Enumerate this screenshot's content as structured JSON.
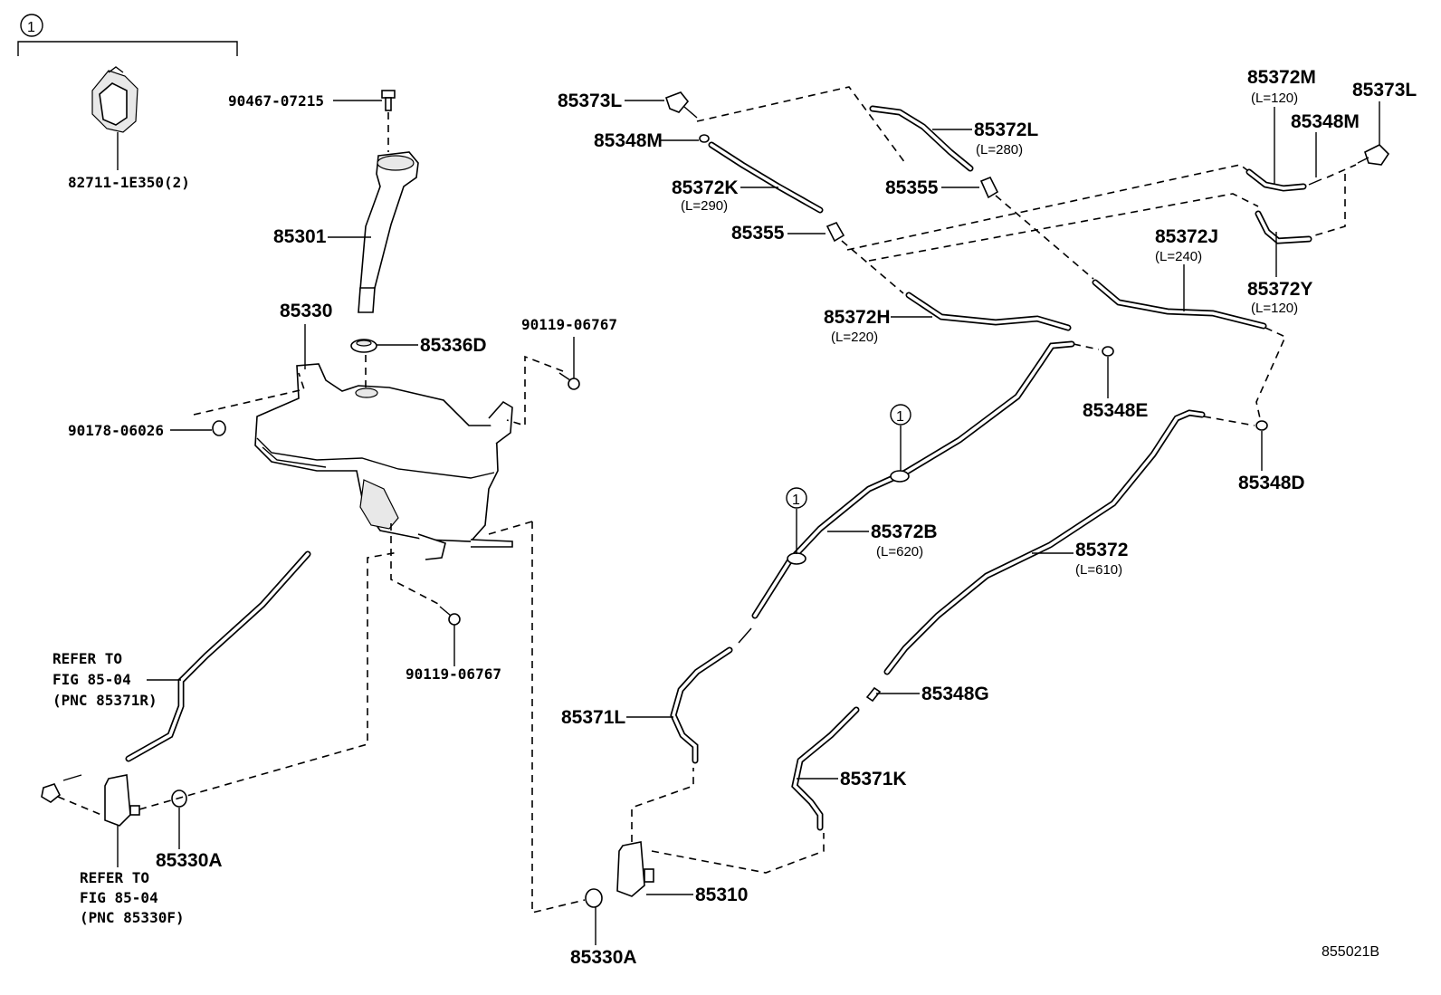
{
  "callout_symbol": "1",
  "drawing_id": "855021B",
  "parts": {
    "p82711": "82711-1E350(2)",
    "p90467": "90467-07215",
    "p85301": "85301",
    "p85330": "85330",
    "p85336D": "85336D",
    "p90119a": "90119-06767",
    "p90178": "90178-06026",
    "p90119b": "90119-06767",
    "p85330A_left": "85330A",
    "p85330A_bottom": "85330A",
    "p85310": "85310",
    "p85371L": "85371L",
    "p85371K": "85371K",
    "p85348G": "85348G",
    "p85372B": "85372B",
    "p85372B_len": "(L=620)",
    "p85372": "85372",
    "p85372_len": "(L=610)",
    "p85348D": "85348D",
    "p85348E": "85348E",
    "p85372H": "85372H",
    "p85372H_len": "(L=220)",
    "p85355a": "85355",
    "p85355b": "85355",
    "p85372K": "85372K",
    "p85372K_len": "(L=290)",
    "p85348M_left": "85348M",
    "p85373L_left": "85373L",
    "p85372L": "85372L",
    "p85372L_len": "(L=280)",
    "p85372J": "85372J",
    "p85372J_len": "(L=240)",
    "p85372M": "85372M",
    "p85372M_len": "(L=120)",
    "p85373L_right": "85373L",
    "p85348M_right": "85348M",
    "p85372Y": "85372Y",
    "p85372Y_len": "(L=120)"
  },
  "references": {
    "ref1": [
      "REFER TO",
      "FIG 85-04",
      "(PNC 85371R)"
    ],
    "ref2": [
      "REFER TO",
      "FIG 85-04",
      "(PNC 85330F)"
    ]
  }
}
